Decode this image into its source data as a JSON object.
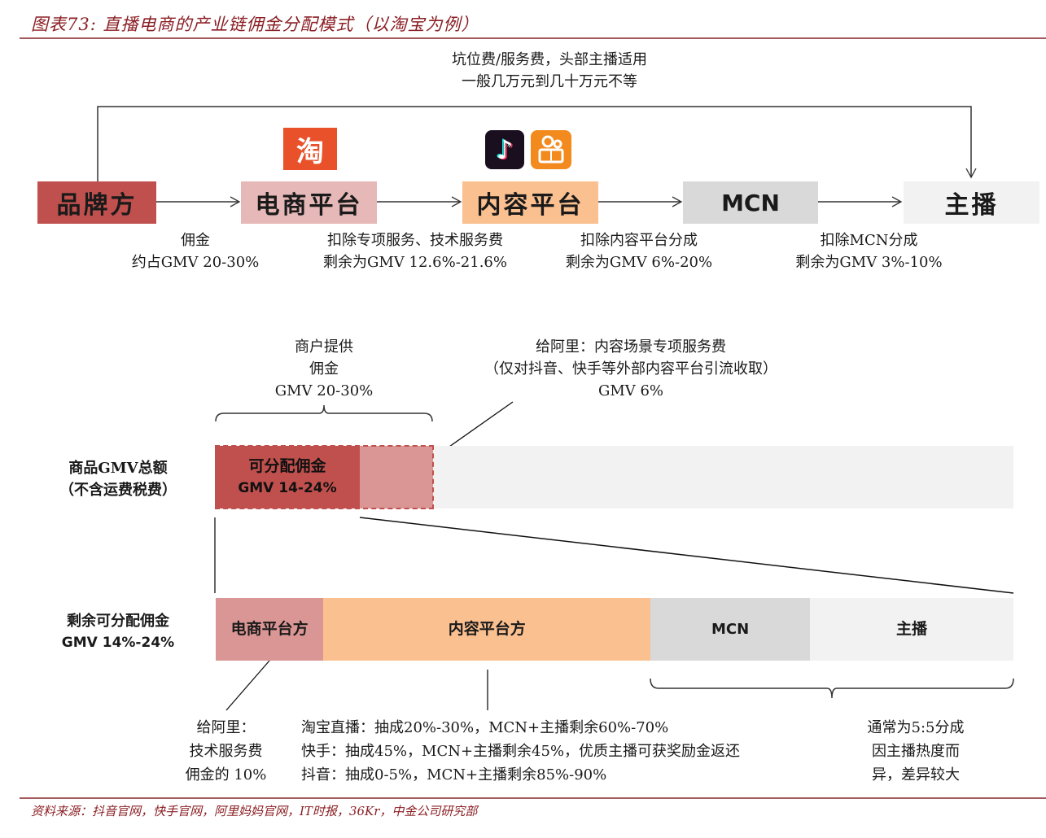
{
  "title": "图表73: 直播电商的产业链佣金分配模式（以淘宝为例）",
  "source": "资料来源：抖音官网，快手官网，阿里妈妈官网，IT时报，36Kr，中金公司研究部",
  "top_flow": {
    "slot_fee_note": [
      "坑位费/服务费，头部主播适用",
      "一般几万元到几十万元不等"
    ],
    "logos": {
      "taobao": {
        "glyph": "淘",
        "icon": "taobao-logo",
        "color": "#e8512a"
      },
      "douyin": {
        "glyph": "♪",
        "icon": "douyin-logo",
        "color": "#1a0f1e"
      },
      "kuaishou": {
        "icon": "kuaishou-logo",
        "color": "#f28a1e"
      }
    },
    "nodes": [
      {
        "label": "品牌方",
        "color": "#c0504d"
      },
      {
        "label": "电商平台",
        "color": "#e6b8b7"
      },
      {
        "label": "内容平台",
        "color": "#fac090"
      },
      {
        "label": "MCN",
        "color": "#d9d9d9"
      },
      {
        "label": "主播",
        "color": "#f2f2f2"
      }
    ],
    "edge_notes": [
      [
        "佣金",
        "约占GMV 20-30%"
      ],
      [
        "扣除专项服务、技术服务费",
        "剩余为GMV 12.6%-21.6%"
      ],
      [
        "扣除内容平台分成",
        "剩余为GMV 6%-20%"
      ],
      [
        "扣除MCN分成",
        "剩余为GMV 3%-10%"
      ]
    ]
  },
  "gmv_bar": {
    "row_label": [
      "商品GMV总额",
      "（不含运费税费）"
    ],
    "commission_note": [
      "商户提供",
      "佣金",
      "GMV 20-30%"
    ],
    "ali_content_fee_note": [
      "给阿里：内容场景专项服务费",
      "（仅对抖音、快手等外部内容平台引流收取）",
      "GMV 6%"
    ],
    "distributable": {
      "label": [
        "可分配佣金",
        "GMV 14-24%"
      ],
      "color": "#c0504d"
    },
    "ali_fee_color": "#da9694",
    "background_color": "#f2f2f2"
  },
  "remaining_bar": {
    "row_label": [
      "剩余可分配佣金",
      "GMV 14%-24%"
    ],
    "segments": [
      {
        "label": "电商平台方",
        "color": "#da9694",
        "share": 0.135
      },
      {
        "label": "内容平台方",
        "color": "#fac090",
        "share": 0.41
      },
      {
        "label": "MCN",
        "color": "#d9d9d9",
        "share": 0.2
      },
      {
        "label": "主播",
        "color": "#f2f2f2",
        "share": 0.255
      }
    ],
    "ecom_note": [
      "给阿里：",
      "技术服务费",
      "佣金的 10%"
    ],
    "content_note": [
      "淘宝直播：抽成20%-30%，MCN+主播剩余60%-70%",
      "快手：抽成45%，MCN+主播剩余45%，优质主播可获奖励金返还",
      "抖音：抽成0-5%，MCN+主播剩余85%-90%"
    ],
    "mcn_anchor_note": [
      "通常为5:5分成",
      "因主播热度而",
      "异，差异较大"
    ]
  }
}
